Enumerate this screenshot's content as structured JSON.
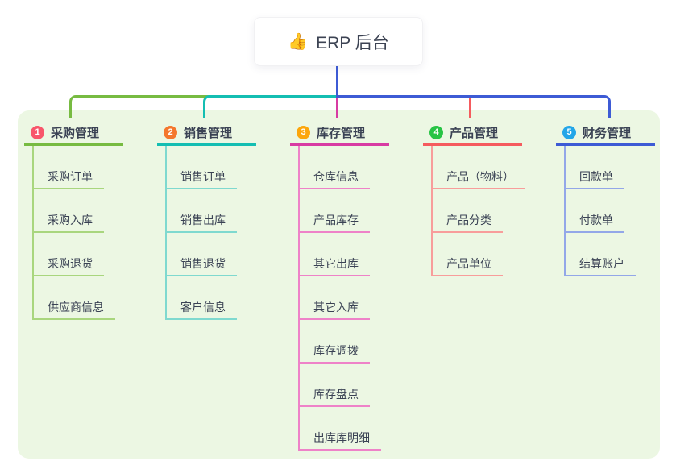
{
  "root": {
    "icon": "👍",
    "label": "ERP 后台"
  },
  "canvas": {
    "background": "#ffffff",
    "panel_color": "#ecf7e3",
    "root_connector_color": "#3d5bd5"
  },
  "branches": [
    {
      "num": "1",
      "label": "采购管理",
      "badge_color": "#f8566b",
      "line_color": "#77bb41",
      "light_color": "#a9d67e",
      "children": [
        "采购订单",
        "采购入库",
        "采购退货",
        "供应商信息"
      ]
    },
    {
      "num": "2",
      "label": "销售管理",
      "badge_color": "#f4772d",
      "line_color": "#14beb2",
      "light_color": "#7fd9cf",
      "children": [
        "销售订单",
        "销售出库",
        "销售退货",
        "客户信息"
      ]
    },
    {
      "num": "3",
      "label": "库存管理",
      "badge_color": "#fca60c",
      "line_color": "#d83ba3",
      "light_color": "#ee82c8",
      "children": [
        "仓库信息",
        "产品库存",
        "其它出库",
        "其它入库",
        "库存调拨",
        "库存盘点",
        "出库库明细"
      ]
    },
    {
      "num": "4",
      "label": "产品管理",
      "badge_color": "#28c445",
      "line_color": "#f55b5e",
      "light_color": "#f89d9b",
      "children": [
        "产品（物料）",
        "产品分类",
        "产品单位"
      ]
    },
    {
      "num": "5",
      "label": "财务管理",
      "badge_color": "#23a6e8",
      "line_color": "#3d5bd5",
      "light_color": "#93a7e8",
      "children": [
        "回款单",
        "付款单",
        "结算账户"
      ]
    }
  ]
}
